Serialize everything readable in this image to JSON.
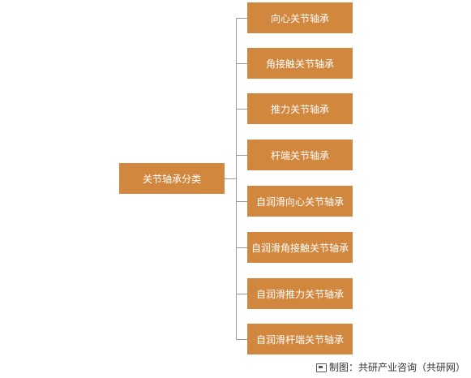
{
  "diagram": {
    "root": "关节轴承分类",
    "children": [
      "向心关节轴承",
      "角接触关节轴承",
      "推力关节轴承",
      "杆端关节轴承",
      "自润滑向心关节轴承",
      "自润滑角接触关节轴承",
      "自润滑推力关节轴承",
      "自润滑杆端关节轴承"
    ]
  },
  "footer": {
    "credit": "制图：共研产业咨询（共研网）"
  },
  "colors": {
    "node_fill": "#d2873f",
    "node_text": "#ffffff",
    "connector": "#9a9a9a"
  },
  "icons": {
    "credit_icon": "image-icon"
  }
}
